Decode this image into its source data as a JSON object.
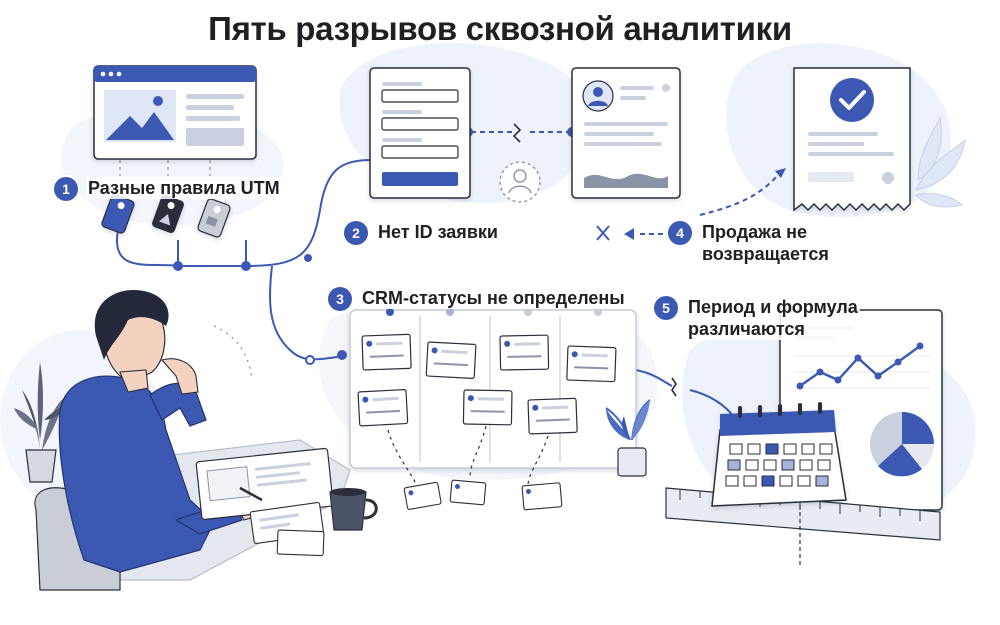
{
  "title": "Пять разрывов сквозной аналитики",
  "steps": [
    {
      "number": "1",
      "label": "Разные правила UTM"
    },
    {
      "number": "2",
      "label": "Нет ID заявки"
    },
    {
      "number": "3",
      "label": "CRM-статусы не определены"
    },
    {
      "number": "4",
      "label_line1": "Продажа не",
      "label_line2": "возвращается"
    },
    {
      "number": "5",
      "label_line1": "Период и формула",
      "label_line2": "различаются"
    }
  ],
  "icons": {
    "webpage": "webpage-icon",
    "utm_tags": "tag-icon",
    "form": "form-icon",
    "profile": "profile-card-icon",
    "unknown_user": "user-outline-icon",
    "receipt": "receipt-check-icon",
    "broken_link": "cross-icon",
    "kanban": "kanban-board-icon",
    "calendar": "calendar-icon",
    "dashboard": "dashboard-chart-icon",
    "analyst": "person-thinking-illustration",
    "mug": "mug-icon",
    "plant": "plant-icon"
  },
  "colors": {
    "accent": "#3b59b3",
    "accent_light": "#dfe6f6",
    "outline": "#2b2f3a",
    "background_blob": "#eef2fa"
  }
}
